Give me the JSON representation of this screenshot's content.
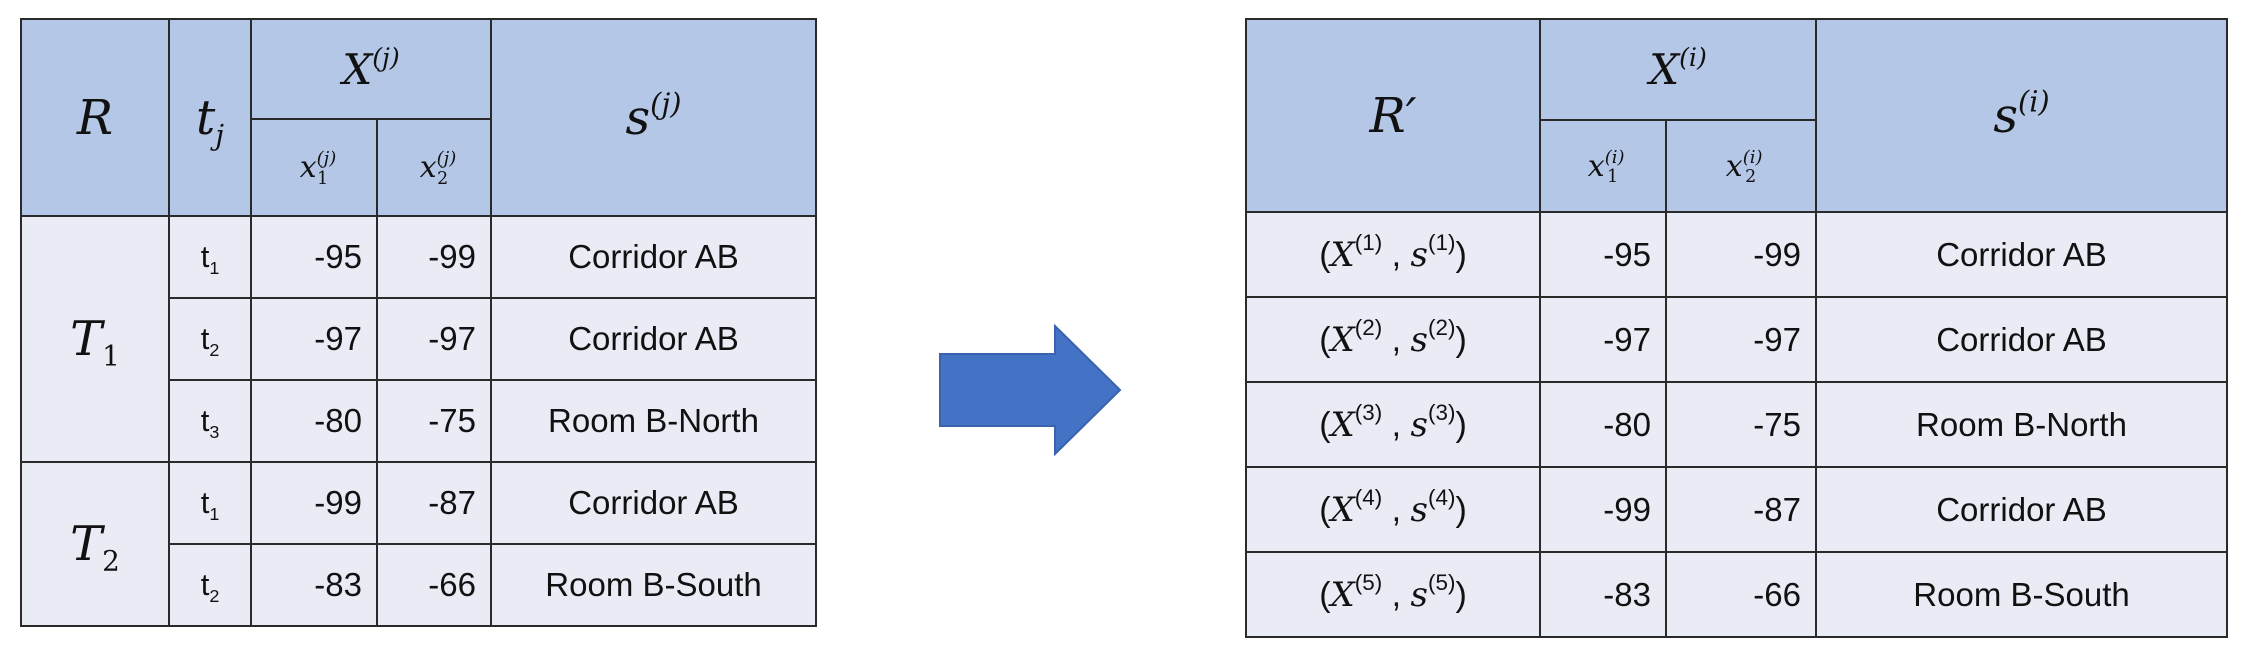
{
  "left": {
    "head_R": "R",
    "head_t": "t",
    "head_t_sub": "j",
    "head_X": "X",
    "head_X_sup": "(j)",
    "head_x": "x",
    "head_x1_sub": "1",
    "head_x2_sub": "2",
    "head_x_sup": "(j)",
    "head_s": "s",
    "head_s_sup": "(j)",
    "groups": [
      {
        "label": "T",
        "label_sub": "1",
        "rows": [
          {
            "t": "t",
            "t_sub": "1",
            "x1": "-95",
            "x2": "-99",
            "s": "Corridor AB"
          },
          {
            "t": "t",
            "t_sub": "2",
            "x1": "-97",
            "x2": "-97",
            "s": "Corridor AB"
          },
          {
            "t": "t",
            "t_sub": "3",
            "x1": "-80",
            "x2": "-75",
            "s": "Room B-North"
          }
        ]
      },
      {
        "label": "T",
        "label_sub": "2",
        "rows": [
          {
            "t": "t",
            "t_sub": "1",
            "x1": "-99",
            "x2": "-87",
            "s": "Corridor AB"
          },
          {
            "t": "t",
            "t_sub": "2",
            "x1": "-83",
            "x2": "-66",
            "s": "Room B-South"
          }
        ]
      }
    ]
  },
  "right": {
    "head_R": "R′",
    "head_X": "X",
    "head_X_sup": "(i)",
    "head_x": "x",
    "head_x1_sub": "1",
    "head_x2_sub": "2",
    "head_x_sup": "(i)",
    "head_s": "s",
    "head_s_sup": "(i)",
    "rows": [
      {
        "sup": "(1)",
        "x1": "-95",
        "x2": "-99",
        "s": "Corridor AB"
      },
      {
        "sup": "(2)",
        "x1": "-97",
        "x2": "-97",
        "s": "Corridor AB"
      },
      {
        "sup": "(3)",
        "x1": "-80",
        "x2": "-75",
        "s": "Room B-North"
      },
      {
        "sup": "(4)",
        "x1": "-99",
        "x2": "-87",
        "s": "Corridor AB"
      },
      {
        "sup": "(5)",
        "x1": "-83",
        "x2": "-66",
        "s": "Room B-South"
      }
    ],
    "pair_open": "(",
    "pair_X": "X",
    "pair_sep": " , ",
    "pair_s": "s",
    "pair_close": ")"
  },
  "arrow": {
    "color": "#4472c4",
    "icon": "right-arrow-icon"
  },
  "colors": {
    "header_fill": "#b4c7e7",
    "body_fill": "#e9ecf5",
    "border": "#2a2a2a"
  }
}
